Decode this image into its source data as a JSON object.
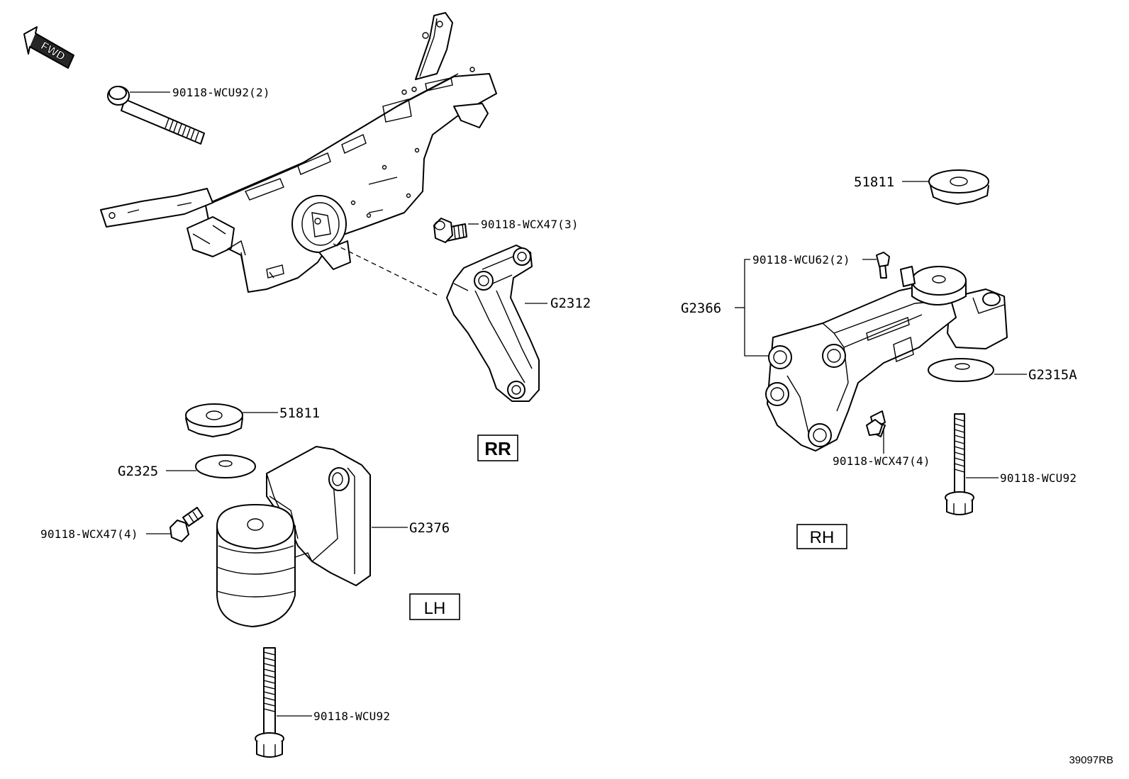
{
  "fwd_label": "FWD",
  "labels": {
    "bolt_top": "90118-WCU92(2)",
    "bolt_rr": "90118-WCX47(3)",
    "bracket_rr": "G2312",
    "stopper_lh": "51811",
    "washer_lh": "G2325",
    "bolt_lh_small": "90118-WCX47(4)",
    "mount_lh": "G2376",
    "bolt_lh_long": "90118-WCU92",
    "stopper_rh": "51811",
    "bolt_rh_small_top": "90118-WCU62(2)",
    "mount_rh": "G2366",
    "washer_rh": "G2315A",
    "bolt_rh_small": "90118-WCX47(4)",
    "bolt_rh_long": "90118-WCU92"
  },
  "position_boxes": {
    "rr": "RR",
    "lh": "LH",
    "rh": "RH"
  },
  "diagram_code": "39097RB"
}
